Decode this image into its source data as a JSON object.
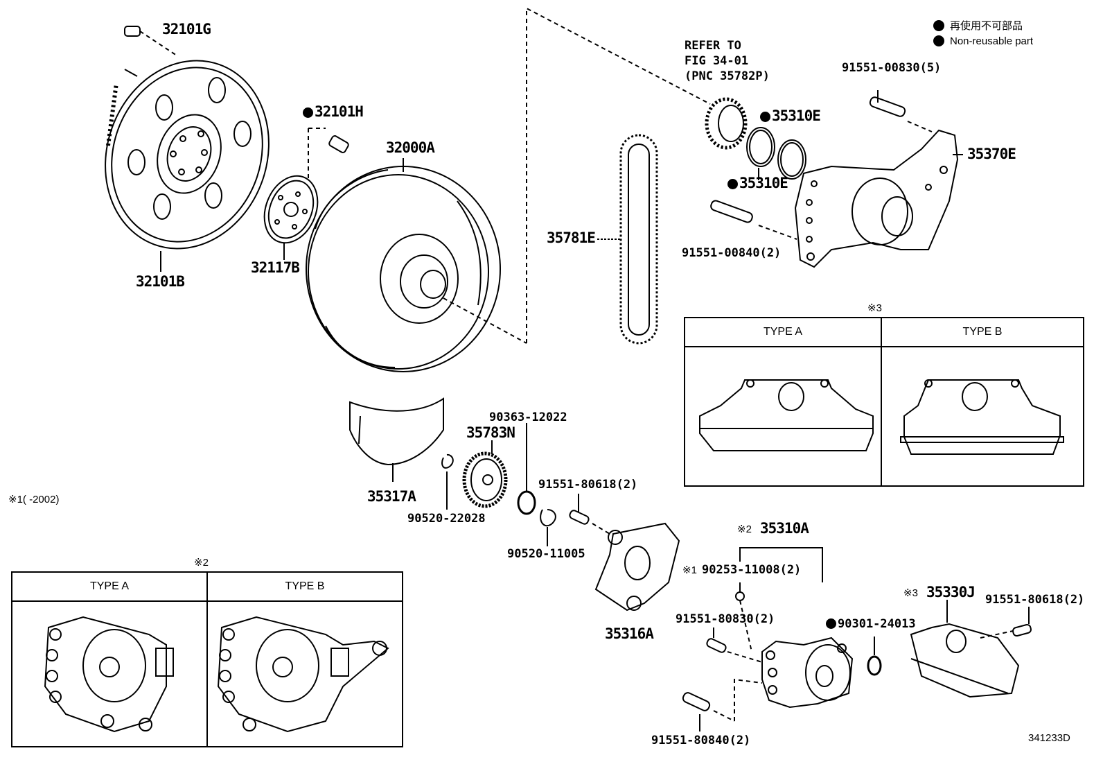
{
  "legend": {
    "jp": "再使用不可部品",
    "en": "Non-reusable part"
  },
  "refer": {
    "line1": "REFER TO",
    "line2": "FIG 34-01",
    "line3": "(PNC 35782P)"
  },
  "parts": {
    "p32101G": "32101G",
    "p32101H": "32101H",
    "p32000A": "32000A",
    "p32101B": "32101B",
    "p32117B": "32117B",
    "p35781E": "35781E",
    "p35310E_a": "35310E",
    "p35310E_b": "35310E",
    "p35370E": "35370E",
    "p91551_00830": "91551-00830(5)",
    "p91551_00840": "91551-00840(2)",
    "p35317A": "35317A",
    "p90363": "90363-12022",
    "p35783N": "35783N",
    "p90520_22028": "90520-22028",
    "p91551_80618_a": "91551-80618(2)",
    "p90520_11005": "90520-11005",
    "p35316A": "35316A",
    "p35310A": "35310A",
    "p90253": "90253-11008(2)",
    "p91551_80830": "91551-80830(2)",
    "p90301": "90301-24013",
    "p91551_80840": "91551-80840(2)",
    "p35330J": "35330J",
    "p91551_80618_b": "91551-80618(2)"
  },
  "notes": {
    "n1": "※1(  -2002)",
    "mark_x2": "※2",
    "mark_x3": "※3",
    "mark_x1_inline": "※1",
    "mark_x2_inline": "※2",
    "mark_x3_inline": "※3"
  },
  "panel_left": {
    "mark": "※2",
    "type_a": "TYPE A",
    "type_b": "TYPE B"
  },
  "panel_right": {
    "mark": "※3",
    "type_a": "TYPE A",
    "type_b": "TYPE B"
  },
  "figure_code": "341233D"
}
